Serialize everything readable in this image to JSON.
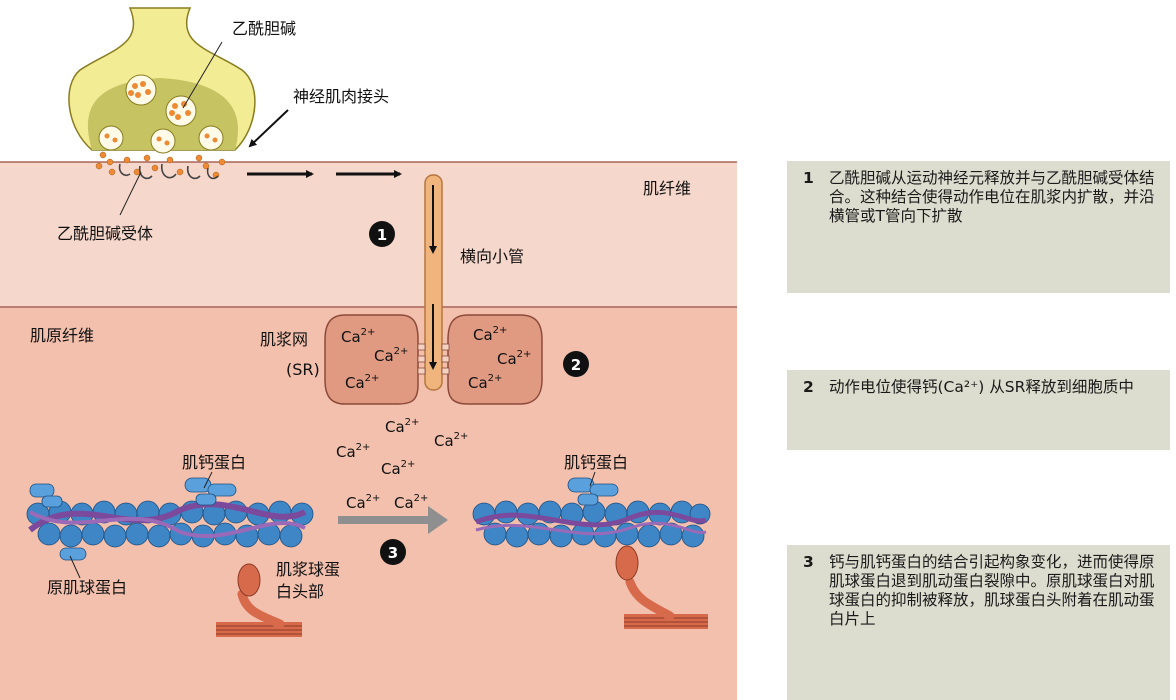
{
  "labels": {
    "acetylcholine": "乙酰胆碱",
    "neuromuscular_junction": "神经肌肉接头",
    "ach_receptor": "乙酰胆碱受体",
    "muscle_fiber": "肌纤维",
    "t_tubule": "横向小管",
    "myofibril": "肌原纤维",
    "sr_name": "肌浆网",
    "sr_abbr": "(SR)",
    "troponin_left": "肌钙蛋白",
    "troponin_right": "肌钙蛋白",
    "tropomyosin": "原肌球蛋白",
    "myosin_head_line1": "肌浆球蛋",
    "myosin_head_line2": "白头部",
    "calcium": "Ca",
    "calcium_charge": "2+"
  },
  "step_markers": [
    "1",
    "2",
    "3"
  ],
  "steps": [
    {
      "number": "1",
      "text": "乙酰胆碱从运动神经元释放并与乙酰胆碱受体结合。这种结合使得动作电位在肌浆内扩散，并沿横管或T管向下扩散"
    },
    {
      "number": "2",
      "text": "动作电位使得钙(Ca²⁺) 从SR释放到细胞质中"
    },
    {
      "number": "3",
      "text": "钙与肌钙蛋白的结合引起构象变化，进而使得原肌球蛋白退到肌动蛋白裂隙中。原肌球蛋白对肌球蛋白的抑制被释放，肌球蛋白头附着在肌动蛋白片上"
    }
  ],
  "colors": {
    "muscle_fiber": "#f6d7cb",
    "myofibril": "#f2c0ad",
    "nerve_terminal": "#f2ec95",
    "nerve_inner": "#c6c363",
    "vesicle_dot": "#ee8a33",
    "t_tubule": "#efb57d",
    "sr": "#e09a82",
    "actin": "#3f86c7",
    "tropomyosin": "#7b4a9c",
    "myosin": "#d86a4c",
    "text_box": "#dcdccf"
  }
}
